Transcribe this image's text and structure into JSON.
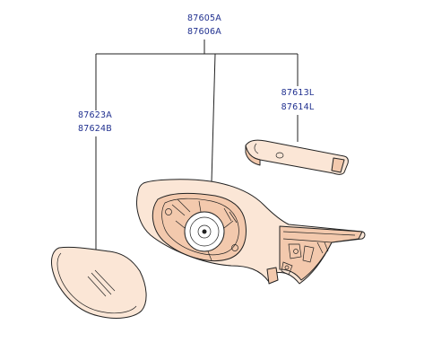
{
  "diagram": {
    "callouts": {
      "mirror_assembly": {
        "line1": "87605A",
        "line2": "87606A"
      },
      "mirror_glass": {
        "line1": "87623A",
        "line2": "87624B"
      },
      "side_repeater": {
        "line1": "87613L",
        "line2": "87614L"
      }
    },
    "colors": {
      "label": "#1f2f8f",
      "part_fill": "#fbe6d6",
      "part_shade": "#f3c9ad",
      "line": "#222222"
    }
  }
}
